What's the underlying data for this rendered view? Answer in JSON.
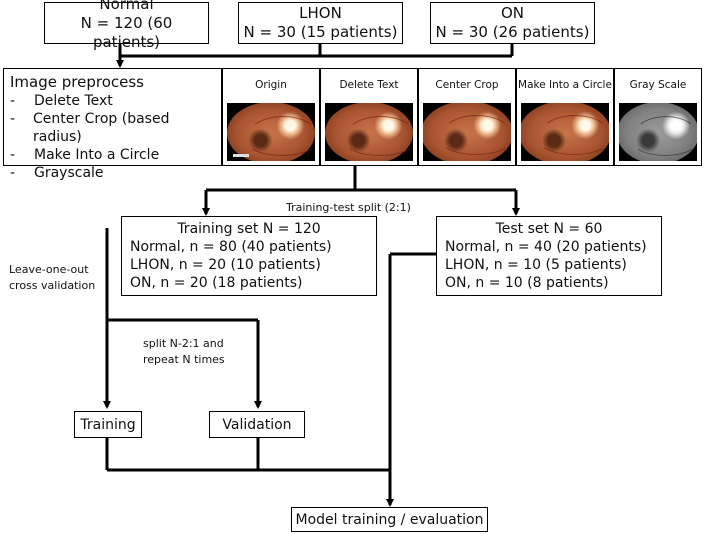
{
  "groups": [
    {
      "name": "Normal",
      "count": "N = 120 (60 patients)"
    },
    {
      "name": "LHON",
      "count": "N = 30 (15 patients)"
    },
    {
      "name": "ON",
      "count": "N = 30 (26 patients)"
    }
  ],
  "preprocess": {
    "title": "Image preprocess",
    "bullet": "-",
    "steps": [
      "Delete Text",
      "Center Crop (based radius)",
      "Make Into a Circle",
      "Grayscale"
    ]
  },
  "image_panels": [
    {
      "caption": "Origin",
      "style": "color"
    },
    {
      "caption": "Delete Text",
      "style": "color"
    },
    {
      "caption": "Center Crop",
      "style": "color"
    },
    {
      "caption": "Make Into a Circle",
      "style": "color"
    },
    {
      "caption": "Gray Scale",
      "style": "gray"
    }
  ],
  "split_label": "Training-test split (2:1)",
  "training_set": {
    "title": "Training set N = 120",
    "lines": [
      "Normal, n = 80 (40 patients)",
      "LHON, n = 20 (10 patients)",
      "ON, n = 20 (18 patients)"
    ]
  },
  "test_set": {
    "title": "Test set N = 60",
    "lines": [
      "Normal, n = 40 (20 patients)",
      "LHON, n = 10 (5 patients)",
      "ON, n = 10 (8 patients)"
    ]
  },
  "cv_label": [
    "Leave-one-out",
    "cross validation"
  ],
  "repeat_label": [
    "split N-2:1 and",
    "repeat N times"
  ],
  "training_box": "Training",
  "validation_box": "Validation",
  "final_box": "Model training / evaluation"
}
